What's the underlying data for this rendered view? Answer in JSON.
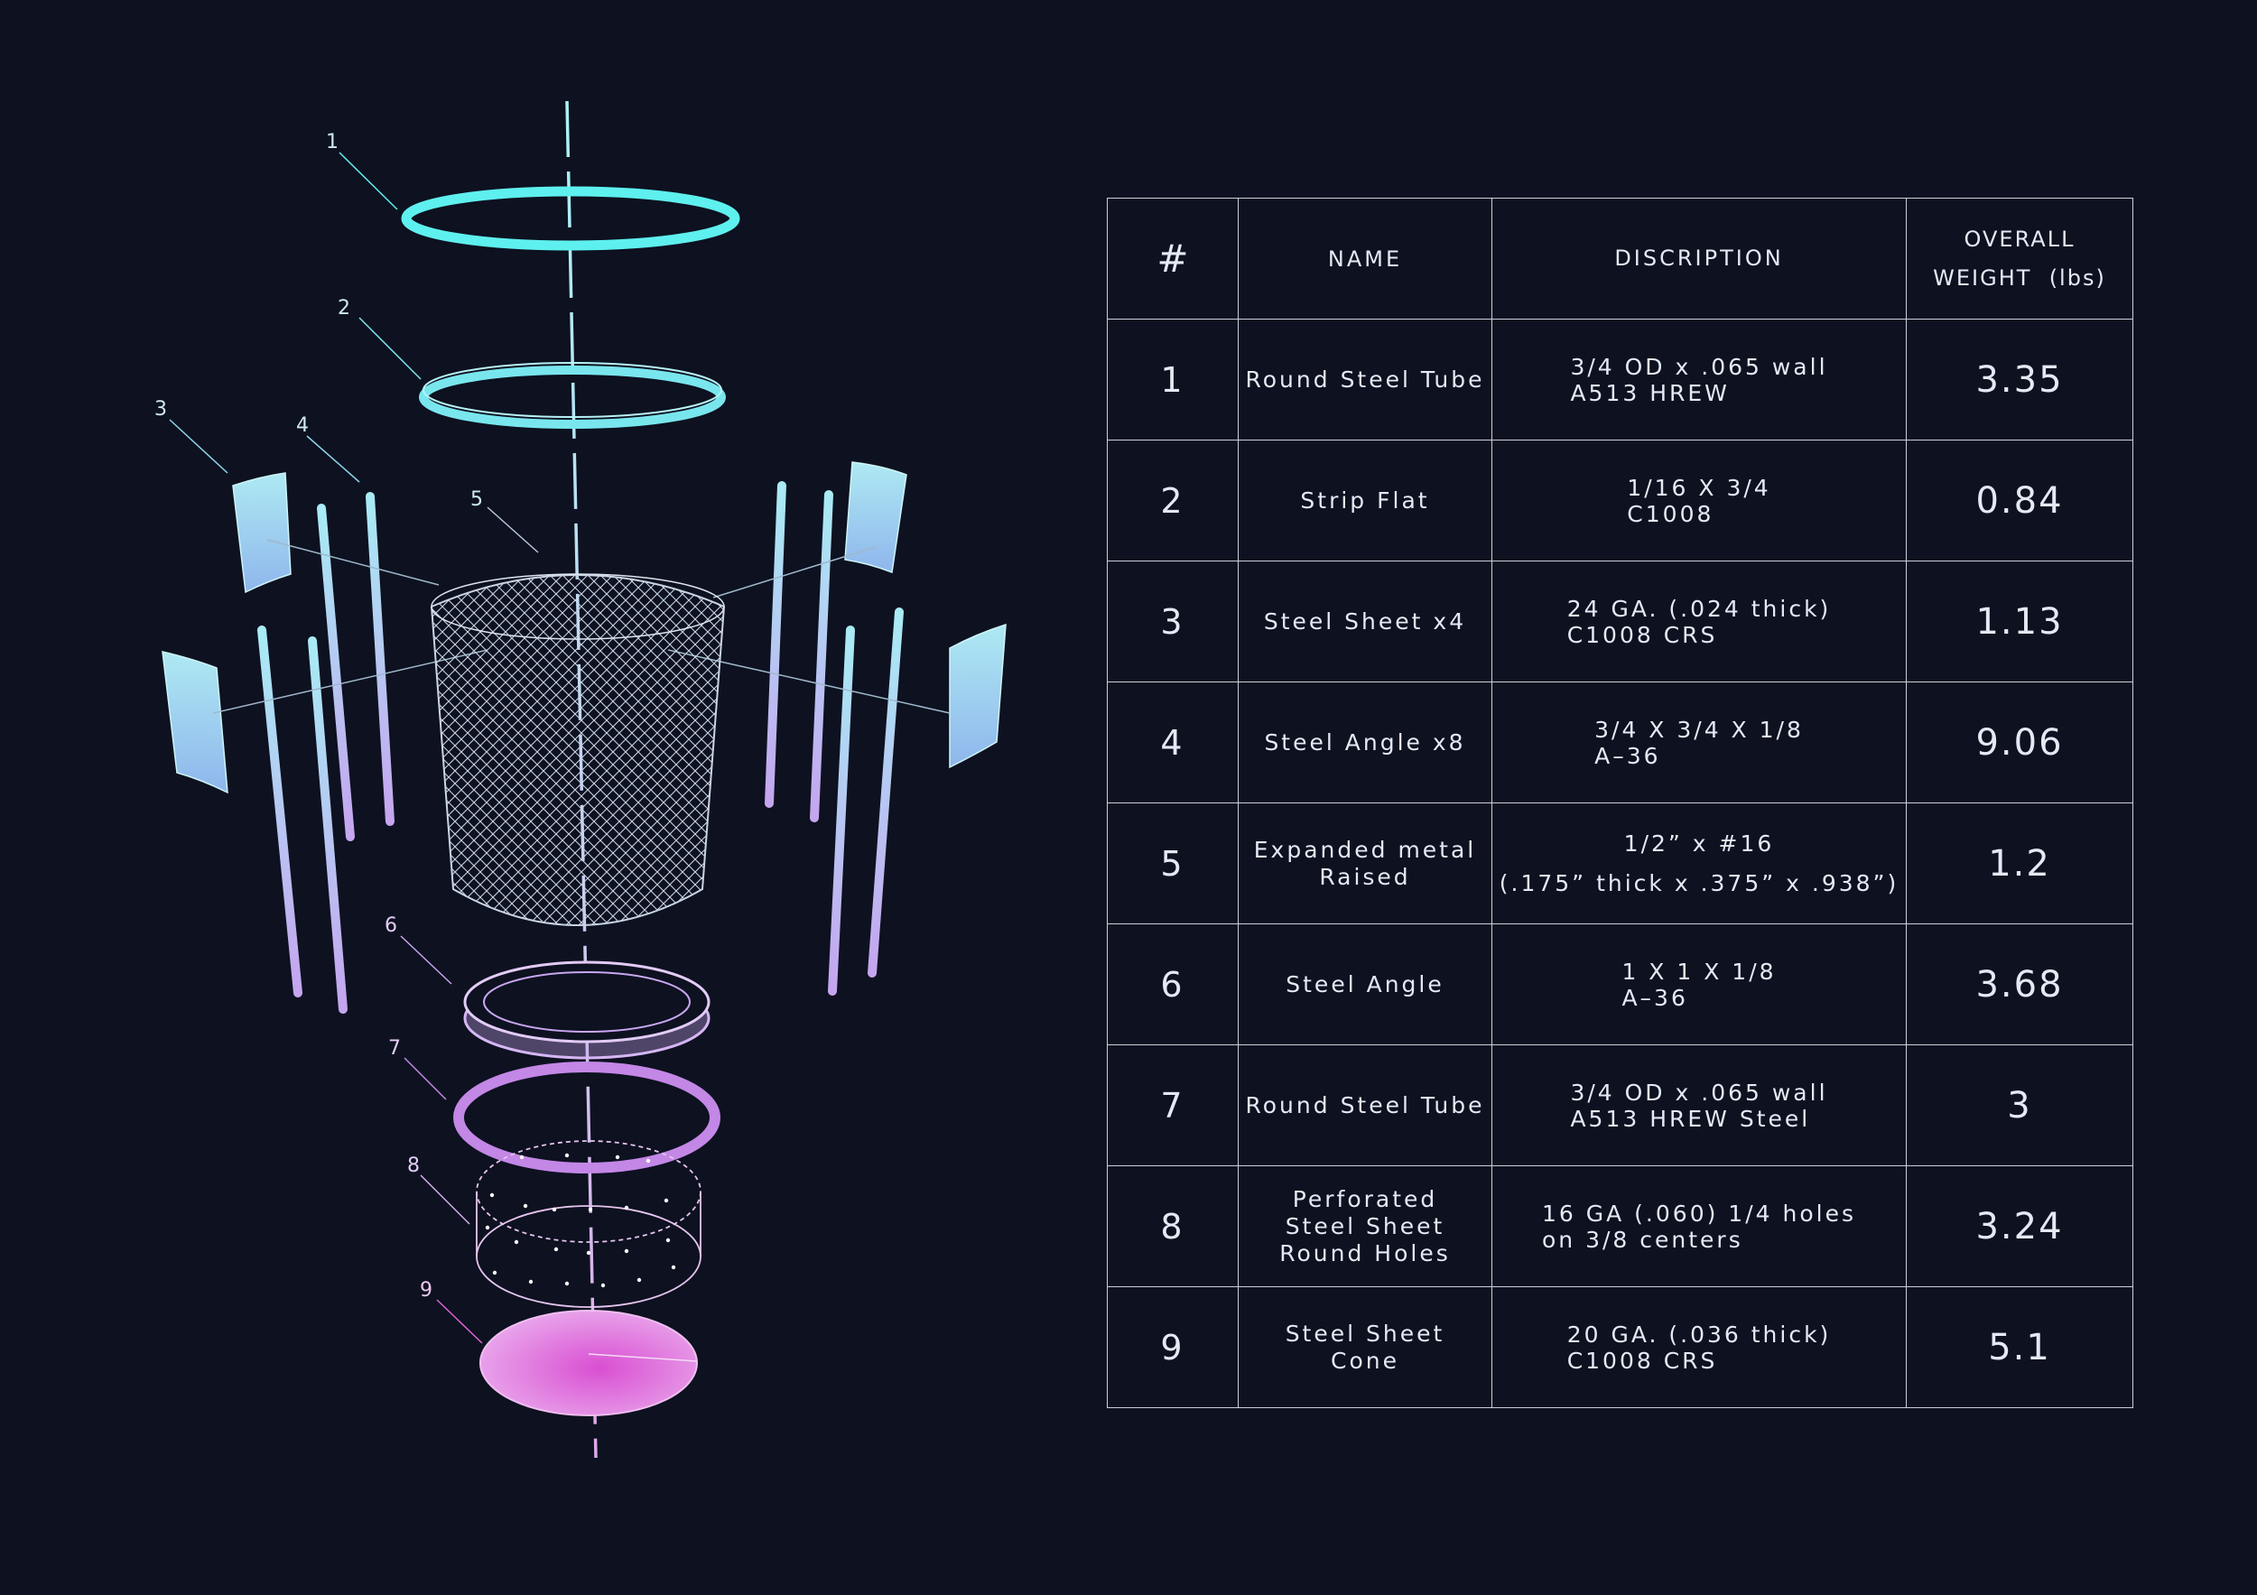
{
  "callouts": [
    "1",
    "2",
    "3",
    "4",
    "5",
    "6",
    "7",
    "8",
    "9"
  ],
  "colors": {
    "background": "#0d1120",
    "cyan": "#5ef0ee",
    "lavender": "#c9a6f0",
    "magenta": "#d957d6",
    "line": "#c8d0de"
  },
  "table": {
    "headers": {
      "num": "#",
      "name": "NAME",
      "description": "DISCRIPTION",
      "weight_line1": "OVERALL",
      "weight_line2": "WEIGHT  (lbs)"
    },
    "rows": [
      {
        "num": "1",
        "name": "Round  Steel  Tube",
        "description": "3/4  OD  x  .065  wall\nA513  HREW",
        "weight": "3.35"
      },
      {
        "num": "2",
        "name": "Strip  Flat",
        "description": "1/16  X  3/4\nC1008",
        "weight": "0.84"
      },
      {
        "num": "3",
        "name": "Steel  Sheet  x4",
        "description": "24  GA.  (.024  thick)\nC1008  CRS",
        "weight": "1.13"
      },
      {
        "num": "4",
        "name": "Steel  Angle  x8",
        "description": "3/4  X  3/4  X  1/8\nA–36",
        "weight": "9.06"
      },
      {
        "num": "5",
        "name": "Expanded  metal\nRaised",
        "description": "1/2”  x  #16\n(.175”  thick  x  .375”  x  .938”)",
        "weight": "1.2"
      },
      {
        "num": "6",
        "name": "Steel  Angle",
        "description": "1  X  1  X  1/8\nA–36",
        "weight": "3.68"
      },
      {
        "num": "7",
        "name": "Round  Steel  Tube",
        "description": "3/4  OD  x  .065  wall\nA513  HREW  Steel",
        "weight": "3"
      },
      {
        "num": "8",
        "name": "Perforated\nSteel  Sheet\nRound  Holes",
        "description": "16  GA  (.060)  1/4  holes\non  3/8  centers",
        "weight": "3.24"
      },
      {
        "num": "9",
        "name": "Steel  Sheet\nCone",
        "description": "20  GA.  (.036  thick)\nC1008  CRS",
        "weight": "5.1"
      }
    ]
  }
}
